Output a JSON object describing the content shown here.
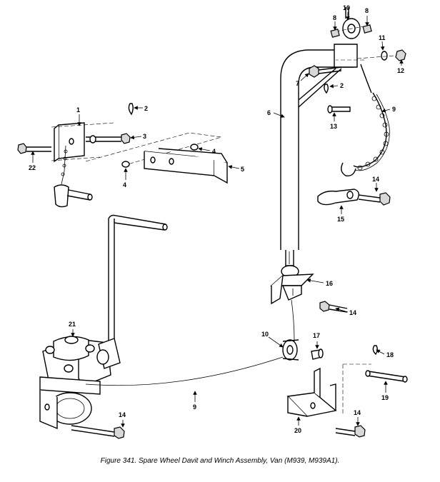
{
  "caption": "Figure 341.  Spare Wheel Davit and Winch Assembly, Van (M939, M939A1).",
  "callouts": {
    "c1": "1",
    "c2a": "2",
    "c2b": "2",
    "c3": "3",
    "c4a": "4",
    "c4b": "4",
    "c5": "5",
    "c6": "6",
    "c7": "7",
    "c8a": "8",
    "c8b": "8",
    "c9a": "9",
    "c9b": "9",
    "c10a": "10",
    "c10b": "10",
    "c11": "11",
    "c12": "12",
    "c13": "13",
    "c14a": "14",
    "c14b": "14",
    "c14c": "14",
    "c14d": "14",
    "c15": "15",
    "c16": "16",
    "c17": "17",
    "c18": "18",
    "c19": "19",
    "c20": "20",
    "c21": "21",
    "c22": "22"
  }
}
